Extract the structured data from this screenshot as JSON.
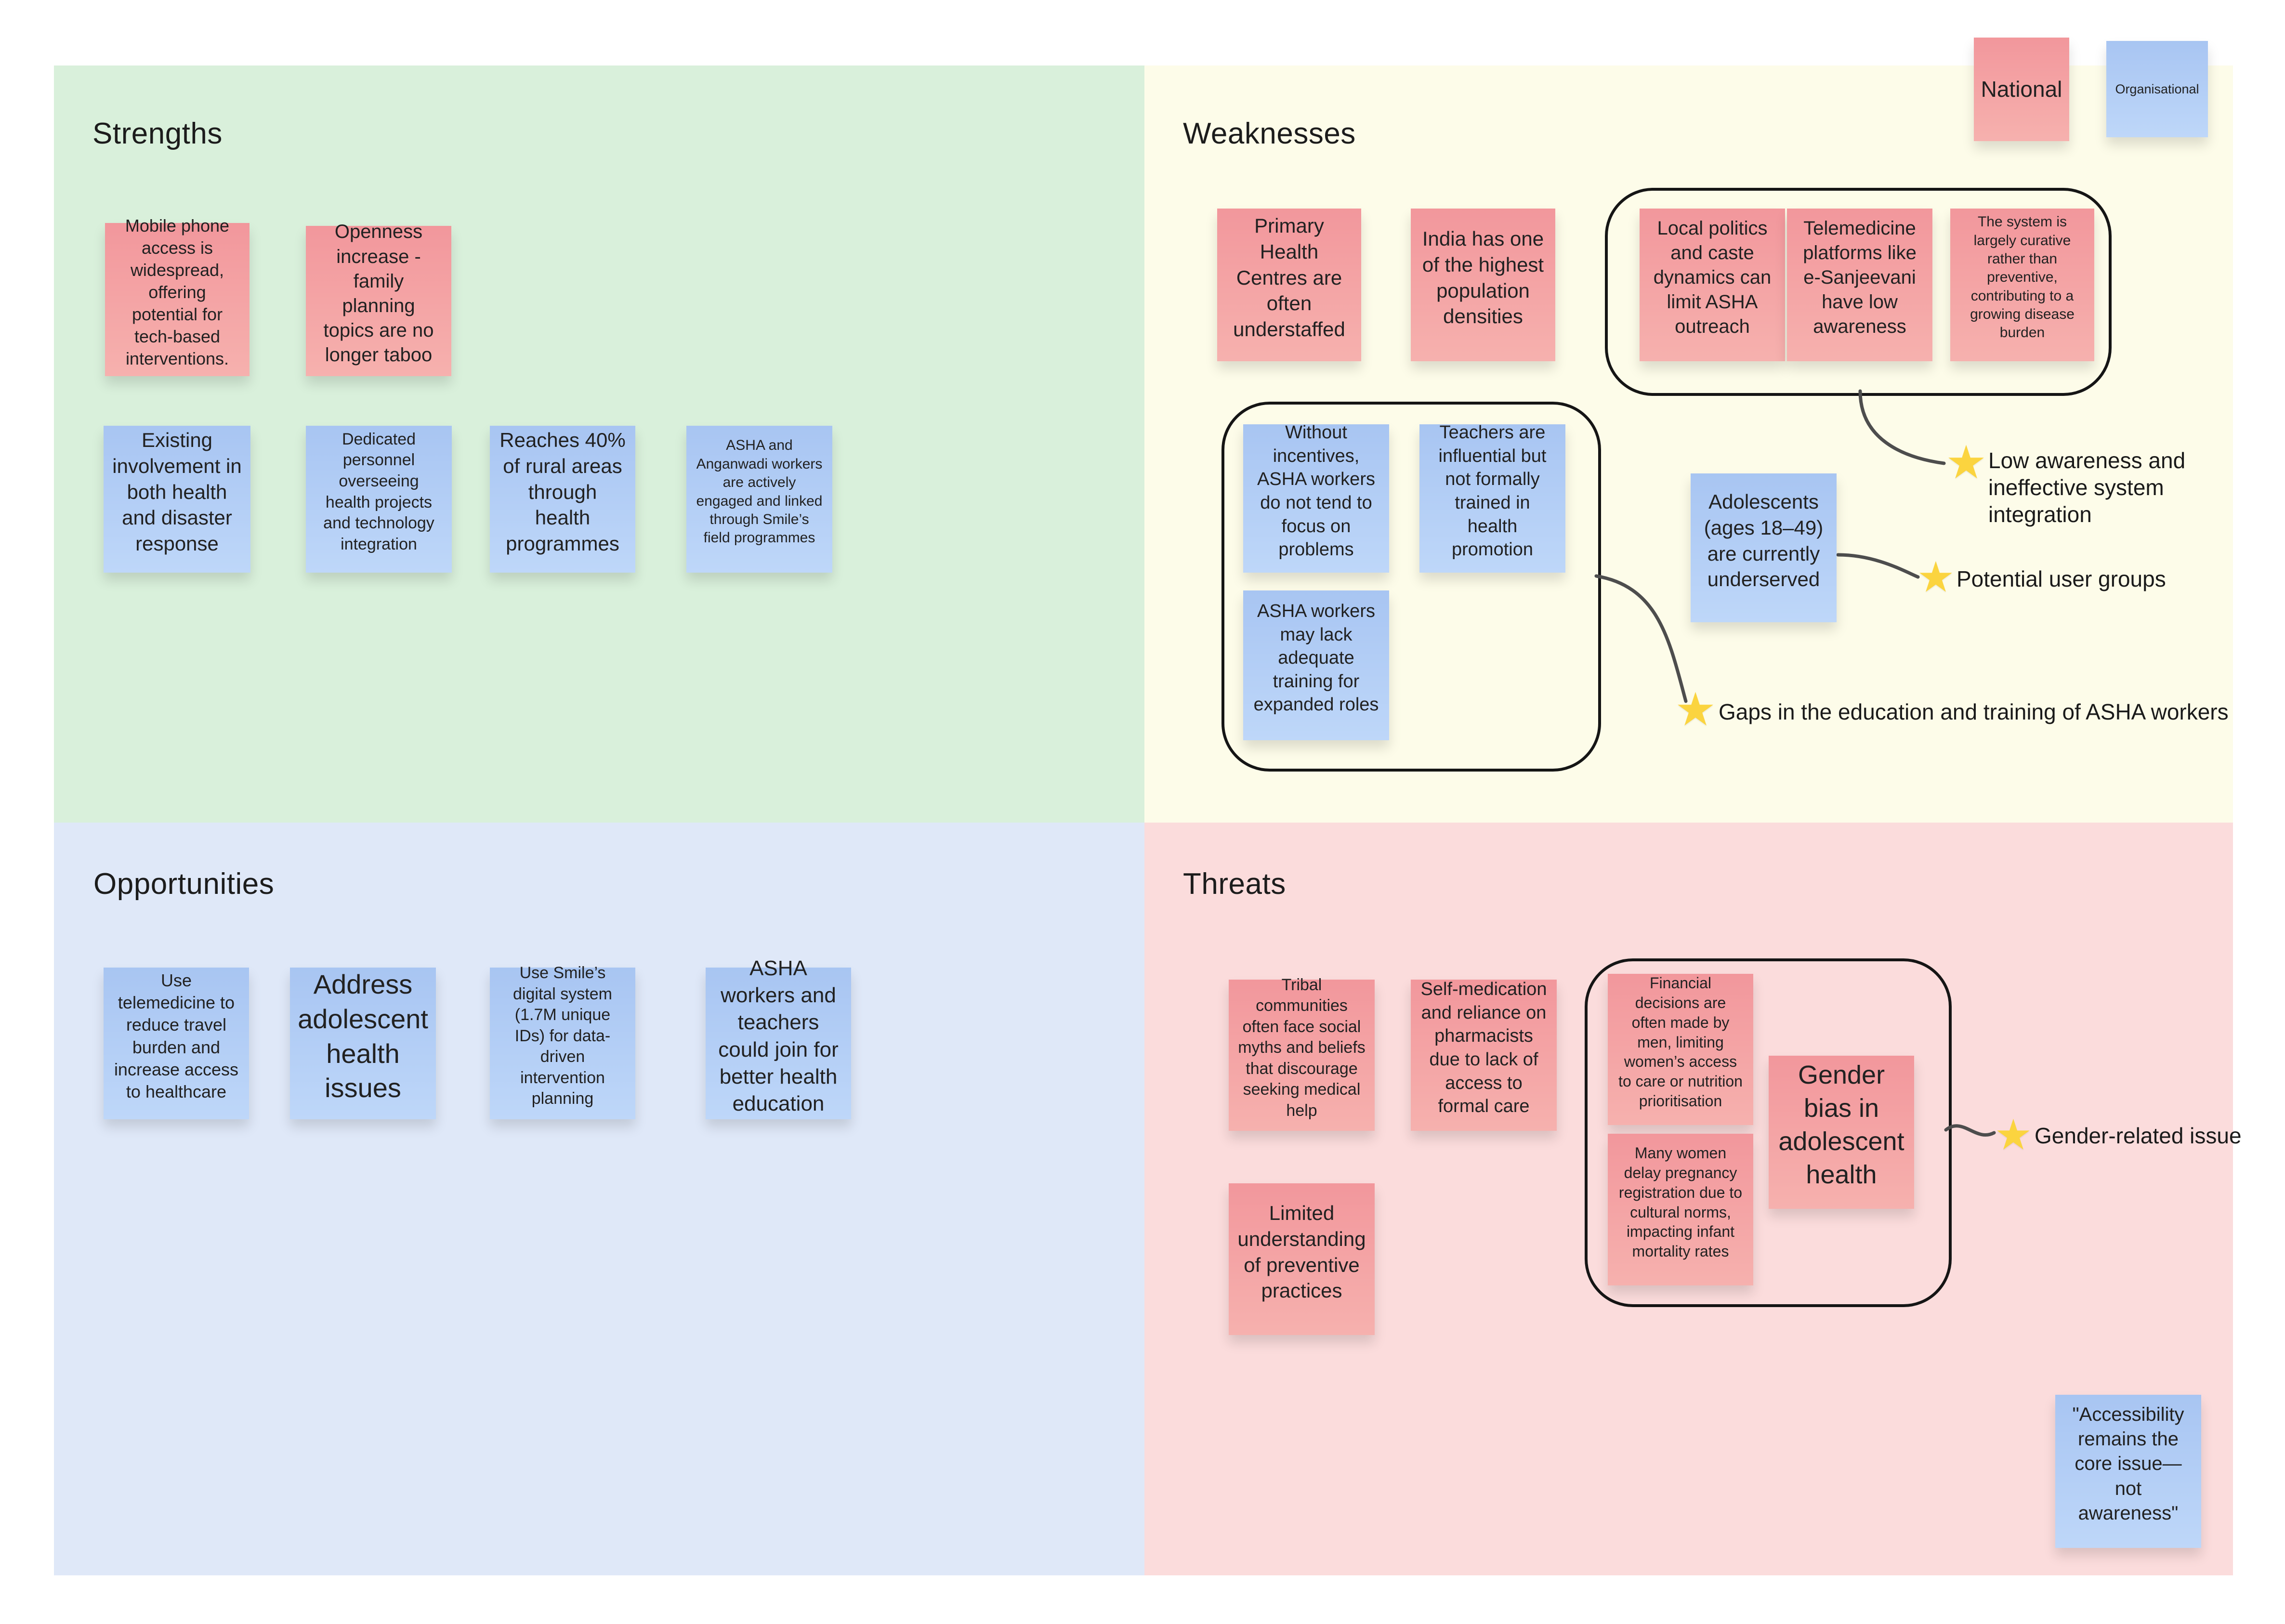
{
  "legend": {
    "national": {
      "label": "National",
      "type": "national"
    },
    "organisational": {
      "label": "Organisational",
      "type": "organisational"
    }
  },
  "quadrants": {
    "strengths": {
      "title": "Strengths",
      "notes": [
        {
          "text": "Mobile phone access is widespread, offering potential for tech-based interventions.",
          "type": "national"
        },
        {
          "text": "Openness increase - family planning topics are no longer taboo",
          "type": "national"
        },
        {
          "text": "Existing involvement in both health and disaster response",
          "type": "organisational"
        },
        {
          "text": "Dedicated personnel overseeing health projects and technology integration",
          "type": "organisational"
        },
        {
          "text": "Reaches 40% of rural areas through health programmes",
          "type": "organisational"
        },
        {
          "text": "ASHA and Anganwadi workers are actively engaged and linked through Smile’s field programmes",
          "type": "organisational"
        }
      ]
    },
    "weaknesses": {
      "title": "Weaknesses",
      "notes": [
        {
          "text": "Primary Health Centres are often understaffed",
          "type": "national"
        },
        {
          "text": "India has one of the highest population densities",
          "type": "national"
        },
        {
          "text": "Local politics and caste dynamics can limit ASHA outreach",
          "type": "national"
        },
        {
          "text": "Telemedicine platforms like e-Sanjeevani have low awareness",
          "type": "national"
        },
        {
          "text": "The system is largely curative rather than preventive, contributing to a growing disease burden",
          "type": "national"
        },
        {
          "text": "Without incentives, ASHA workers do not tend to focus on problems",
          "type": "organisational"
        },
        {
          "text": "Teachers are influential but not formally trained in health promotion",
          "type": "organisational"
        },
        {
          "text": "ASHA workers may lack adequate training for expanded roles",
          "type": "organisational"
        },
        {
          "text": "Adolescents (ages 18–49) are currently underserved",
          "type": "organisational"
        }
      ]
    },
    "opportunities": {
      "title": "Opportunities",
      "notes": [
        {
          "text": "Use telemedicine to reduce travel burden and increase access to healthcare",
          "type": "organisational"
        },
        {
          "text": "Address adolescent health issues",
          "type": "organisational"
        },
        {
          "text": "Use Smile’s digital system (1.7M unique IDs) for data-driven intervention planning",
          "type": "organisational"
        },
        {
          "text": "ASHA workers and teachers could join for better health education",
          "type": "organisational"
        }
      ]
    },
    "threats": {
      "title": "Threats",
      "notes": [
        {
          "text": "Tribal communities often face social myths and beliefs that discourage seeking medical help",
          "type": "national"
        },
        {
          "text": "Self-medication and reliance on pharmacists due to lack of access to formal care",
          "type": "national"
        },
        {
          "text": "Financial decisions are often made by men, limiting women’s access to care or nutrition prioritisation",
          "type": "national"
        },
        {
          "text": "Many women delay pregnancy registration due to cultural norms, impacting infant mortality rates",
          "type": "national"
        },
        {
          "text": "Gender bias in adolescent health",
          "type": "national"
        },
        {
          "text": "Limited understanding of preventive practices",
          "type": "national"
        },
        {
          "text": "\"Accessibility remains the core issue—not awareness\"",
          "type": "organisational"
        }
      ]
    }
  },
  "annotations": [
    {
      "icon": "star",
      "text": "Low awareness and ineffective system integration"
    },
    {
      "icon": "star",
      "text": "Potential user groups"
    },
    {
      "icon": "star",
      "text": "Gaps in the education and training of ASHA workers"
    },
    {
      "icon": "star",
      "text": "Gender-related issue"
    }
  ],
  "colors": {
    "national_note": "#F2979C",
    "organisational_note": "#A8C5F2",
    "strengths_bg": "#D9F0DB",
    "weaknesses_bg": "#FDFCE9",
    "opportunities_bg": "#DFE8F8",
    "threats_bg": "#FBDCDC",
    "star": "#FBD43F",
    "connector": "#4D4D4D"
  }
}
